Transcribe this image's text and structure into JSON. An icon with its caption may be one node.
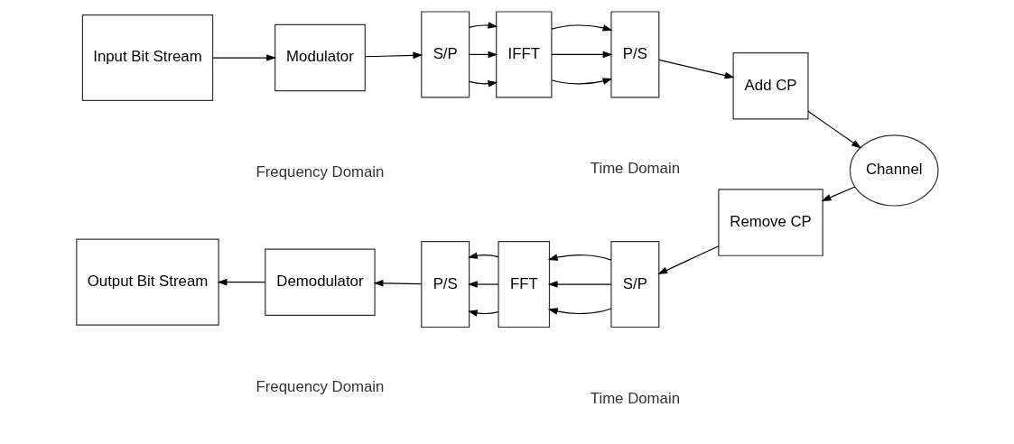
{
  "diagram": {
    "nodes": [
      {
        "text": [
          "Input Bit Stream"
        ]
      },
      {
        "text": [
          "Modulator"
        ]
      },
      {
        "text": [
          "S/P"
        ]
      },
      {
        "text": [
          "IFFT"
        ]
      },
      {
        "text": [
          "P/S"
        ]
      },
      {
        "text": [
          "Add CP"
        ]
      },
      {
        "text": [
          "Channel"
        ]
      },
      {
        "text": [
          "Remove CP"
        ]
      },
      {
        "text": [
          "S/P"
        ]
      },
      {
        "text": [
          "FFT"
        ]
      },
      {
        "text": [
          "P/S"
        ]
      },
      {
        "text": [
          "Demodulator"
        ]
      },
      {
        "text": [
          "Output Bit Stream"
        ]
      }
    ],
    "edges": [
      {
        "from": 0,
        "to": 1,
        "arrow": "to"
      },
      {
        "from": 1,
        "to": 2,
        "arrow": "to"
      },
      {
        "from": 2,
        "to": 3,
        "arrow": "to"
      },
      {
        "from": 2,
        "to": 3,
        "arrow": "to"
      },
      {
        "from": 2,
        "to": 3,
        "arrow": "to"
      },
      {
        "from": 3,
        "to": 4,
        "arrow": "to"
      },
      {
        "from": 3,
        "to": 4,
        "arrow": "to"
      },
      {
        "from": 3,
        "to": 4,
        "arrow": "to"
      },
      {
        "from": 4,
        "to": 5,
        "arrow": "to"
      },
      {
        "from": 5,
        "to": 6,
        "arrow": "to"
      },
      {
        "from": 6,
        "to": 7,
        "arrow": "to"
      },
      {
        "from": 7,
        "to": 8,
        "arrow": "to"
      },
      {
        "from": 8,
        "to": 9,
        "arrow": "to"
      },
      {
        "from": 8,
        "to": 9,
        "arrow": "to"
      },
      {
        "from": 8,
        "to": 9,
        "arrow": "to"
      },
      {
        "from": 9,
        "to": 10,
        "arrow": "to"
      },
      {
        "from": 9,
        "to": 10,
        "arrow": "to"
      },
      {
        "from": 9,
        "to": 10,
        "arrow": "to"
      },
      {
        "from": 10,
        "to": 11,
        "arrow": "to"
      },
      {
        "from": 11,
        "to": 12,
        "arrow": "to"
      }
    ],
    "labels": [
      "Frequency Domain",
      "Time Domain",
      "Frequency Domain",
      "Time Domain"
    ]
  }
}
